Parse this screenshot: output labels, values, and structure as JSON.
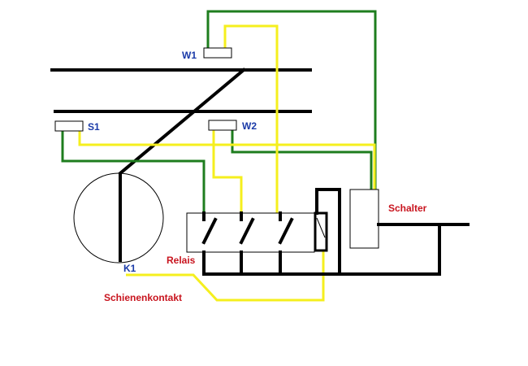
{
  "labels": {
    "w1": "W1",
    "w2": "W2",
    "s1": "S1",
    "k1": "K1",
    "schalter": "Schalter",
    "relais": "Relais",
    "schienenkontakt": "Schienenkontakt"
  },
  "colors": {
    "track": "#000000",
    "green_wire": "#1e7d1e",
    "yellow_wire": "#f5ef1e",
    "blue_label": "#1a3aa8",
    "red_label": "#c8141e"
  }
}
